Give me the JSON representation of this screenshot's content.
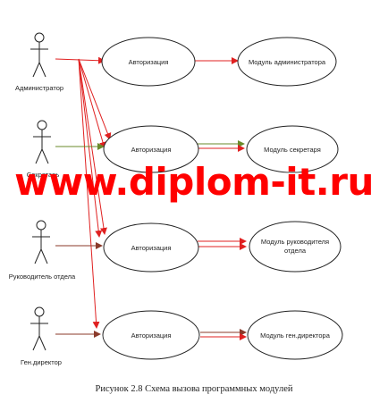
{
  "actors": [
    {
      "id": "admin",
      "label": "Администратор"
    },
    {
      "id": "secretary",
      "label": "Секретарь"
    },
    {
      "id": "dept-head",
      "label": "Руководитель отдела"
    },
    {
      "id": "gen-director",
      "label": "Ген.директор"
    }
  ],
  "auth_usecases": [
    {
      "id": "auth-1",
      "label": "Авторизация"
    },
    {
      "id": "auth-2",
      "label": "Авторизация"
    },
    {
      "id": "auth-3",
      "label": "Авторизация"
    },
    {
      "id": "auth-4",
      "label": "Авторизация"
    }
  ],
  "module_usecases": [
    {
      "id": "module-admin",
      "lines": [
        "Модуль администратора"
      ]
    },
    {
      "id": "module-secretary",
      "lines": [
        "Модуль секретаря"
      ]
    },
    {
      "id": "module-dept-head",
      "lines": [
        "Модуль руководителя",
        "отдела"
      ]
    },
    {
      "id": "module-gen-director",
      "lines": [
        "Модуль ген.директора"
      ]
    }
  ],
  "watermark": "www.diplom-it.ru",
  "caption": "Рисунок 2.8 Схема вызова программных модулей",
  "colors": {
    "red": "#e02020",
    "green": "#6a8a2a",
    "brown": "#8b3a2a",
    "watermark": "#ff0000"
  }
}
